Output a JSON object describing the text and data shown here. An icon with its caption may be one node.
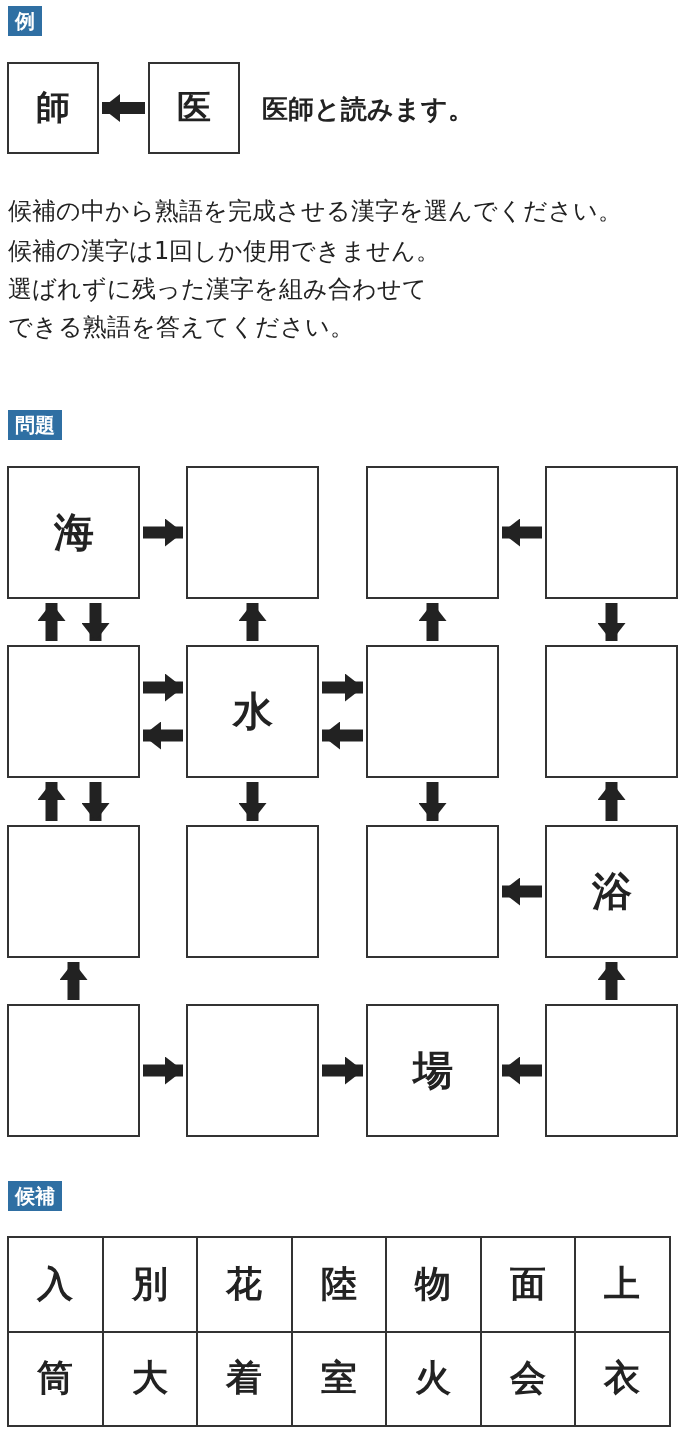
{
  "diagram": {
    "nodes": [
      {
        "text": [
          "師"
        ]
      },
      {
        "text": [
          "医"
        ]
      },
      {
        "text": [
          "海"
        ]
      },
      {
        "text": [],
        "shape": "box"
      },
      {
        "text": [],
        "shape": "box"
      },
      {
        "text": [],
        "shape": "box"
      },
      {
        "text": [],
        "shape": "box"
      },
      {
        "text": [
          "水"
        ]
      },
      {
        "text": [],
        "shape": "box"
      },
      {
        "text": [],
        "shape": "box"
      },
      {
        "text": [],
        "shape": "box"
      },
      {
        "text": [],
        "shape": "box"
      },
      {
        "text": [],
        "shape": "box"
      },
      {
        "text": [
          "浴"
        ]
      },
      {
        "text": [],
        "shape": "box"
      },
      {
        "text": [],
        "shape": "box"
      },
      {
        "text": [
          "場"
        ]
      },
      {
        "text": [],
        "shape": "box"
      }
    ],
    "edges": [
      {
        "from": 1,
        "to": 0,
        "arrow": "to"
      },
      {
        "from": 2,
        "to": 3,
        "arrow": "to"
      },
      {
        "from": 5,
        "to": 4,
        "arrow": "to"
      },
      {
        "from": 6,
        "to": 2,
        "arrow": "to"
      },
      {
        "from": 2,
        "to": 6,
        "arrow": "to"
      },
      {
        "from": 7,
        "to": 3,
        "arrow": "to"
      },
      {
        "from": 8,
        "to": 4,
        "arrow": "to"
      },
      {
        "from": 5,
        "to": 9,
        "arrow": "to"
      },
      {
        "from": 6,
        "to": 7,
        "arrow": "to"
      },
      {
        "from": 7,
        "to": 6,
        "arrow": "to"
      },
      {
        "from": 7,
        "to": 8,
        "arrow": "to"
      },
      {
        "from": 8,
        "to": 7,
        "arrow": "to"
      },
      {
        "from": 10,
        "to": 6,
        "arrow": "to"
      },
      {
        "from": 6,
        "to": 10,
        "arrow": "to"
      },
      {
        "from": 7,
        "to": 11,
        "arrow": "to"
      },
      {
        "from": 8,
        "to": 12,
        "arrow": "to"
      },
      {
        "from": 13,
        "to": 9,
        "arrow": "to"
      },
      {
        "from": 13,
        "to": 12,
        "arrow": "to"
      },
      {
        "from": 14,
        "to": 10,
        "arrow": "to"
      },
      {
        "from": 17,
        "to": 13,
        "arrow": "to"
      },
      {
        "from": 14,
        "to": 15,
        "arrow": "to"
      },
      {
        "from": 15,
        "to": 16,
        "arrow": "to"
      },
      {
        "from": 17,
        "to": 16,
        "arrow": "to"
      }
    ],
    "labels": [
      "例",
      "医師と読みます。",
      "候補の中から熟語を完成させる漢字を選んでください。",
      "候補の漢字は1回しか使用できません。",
      "選ばれずに残った漢字を組み合わせてできる熟語を答えてください。",
      "問題",
      "候補",
      "入",
      "別",
      "花",
      "陸",
      "物",
      "面",
      "上",
      "筒",
      "大",
      "着",
      "室",
      "火",
      "会",
      "衣"
    ]
  }
}
